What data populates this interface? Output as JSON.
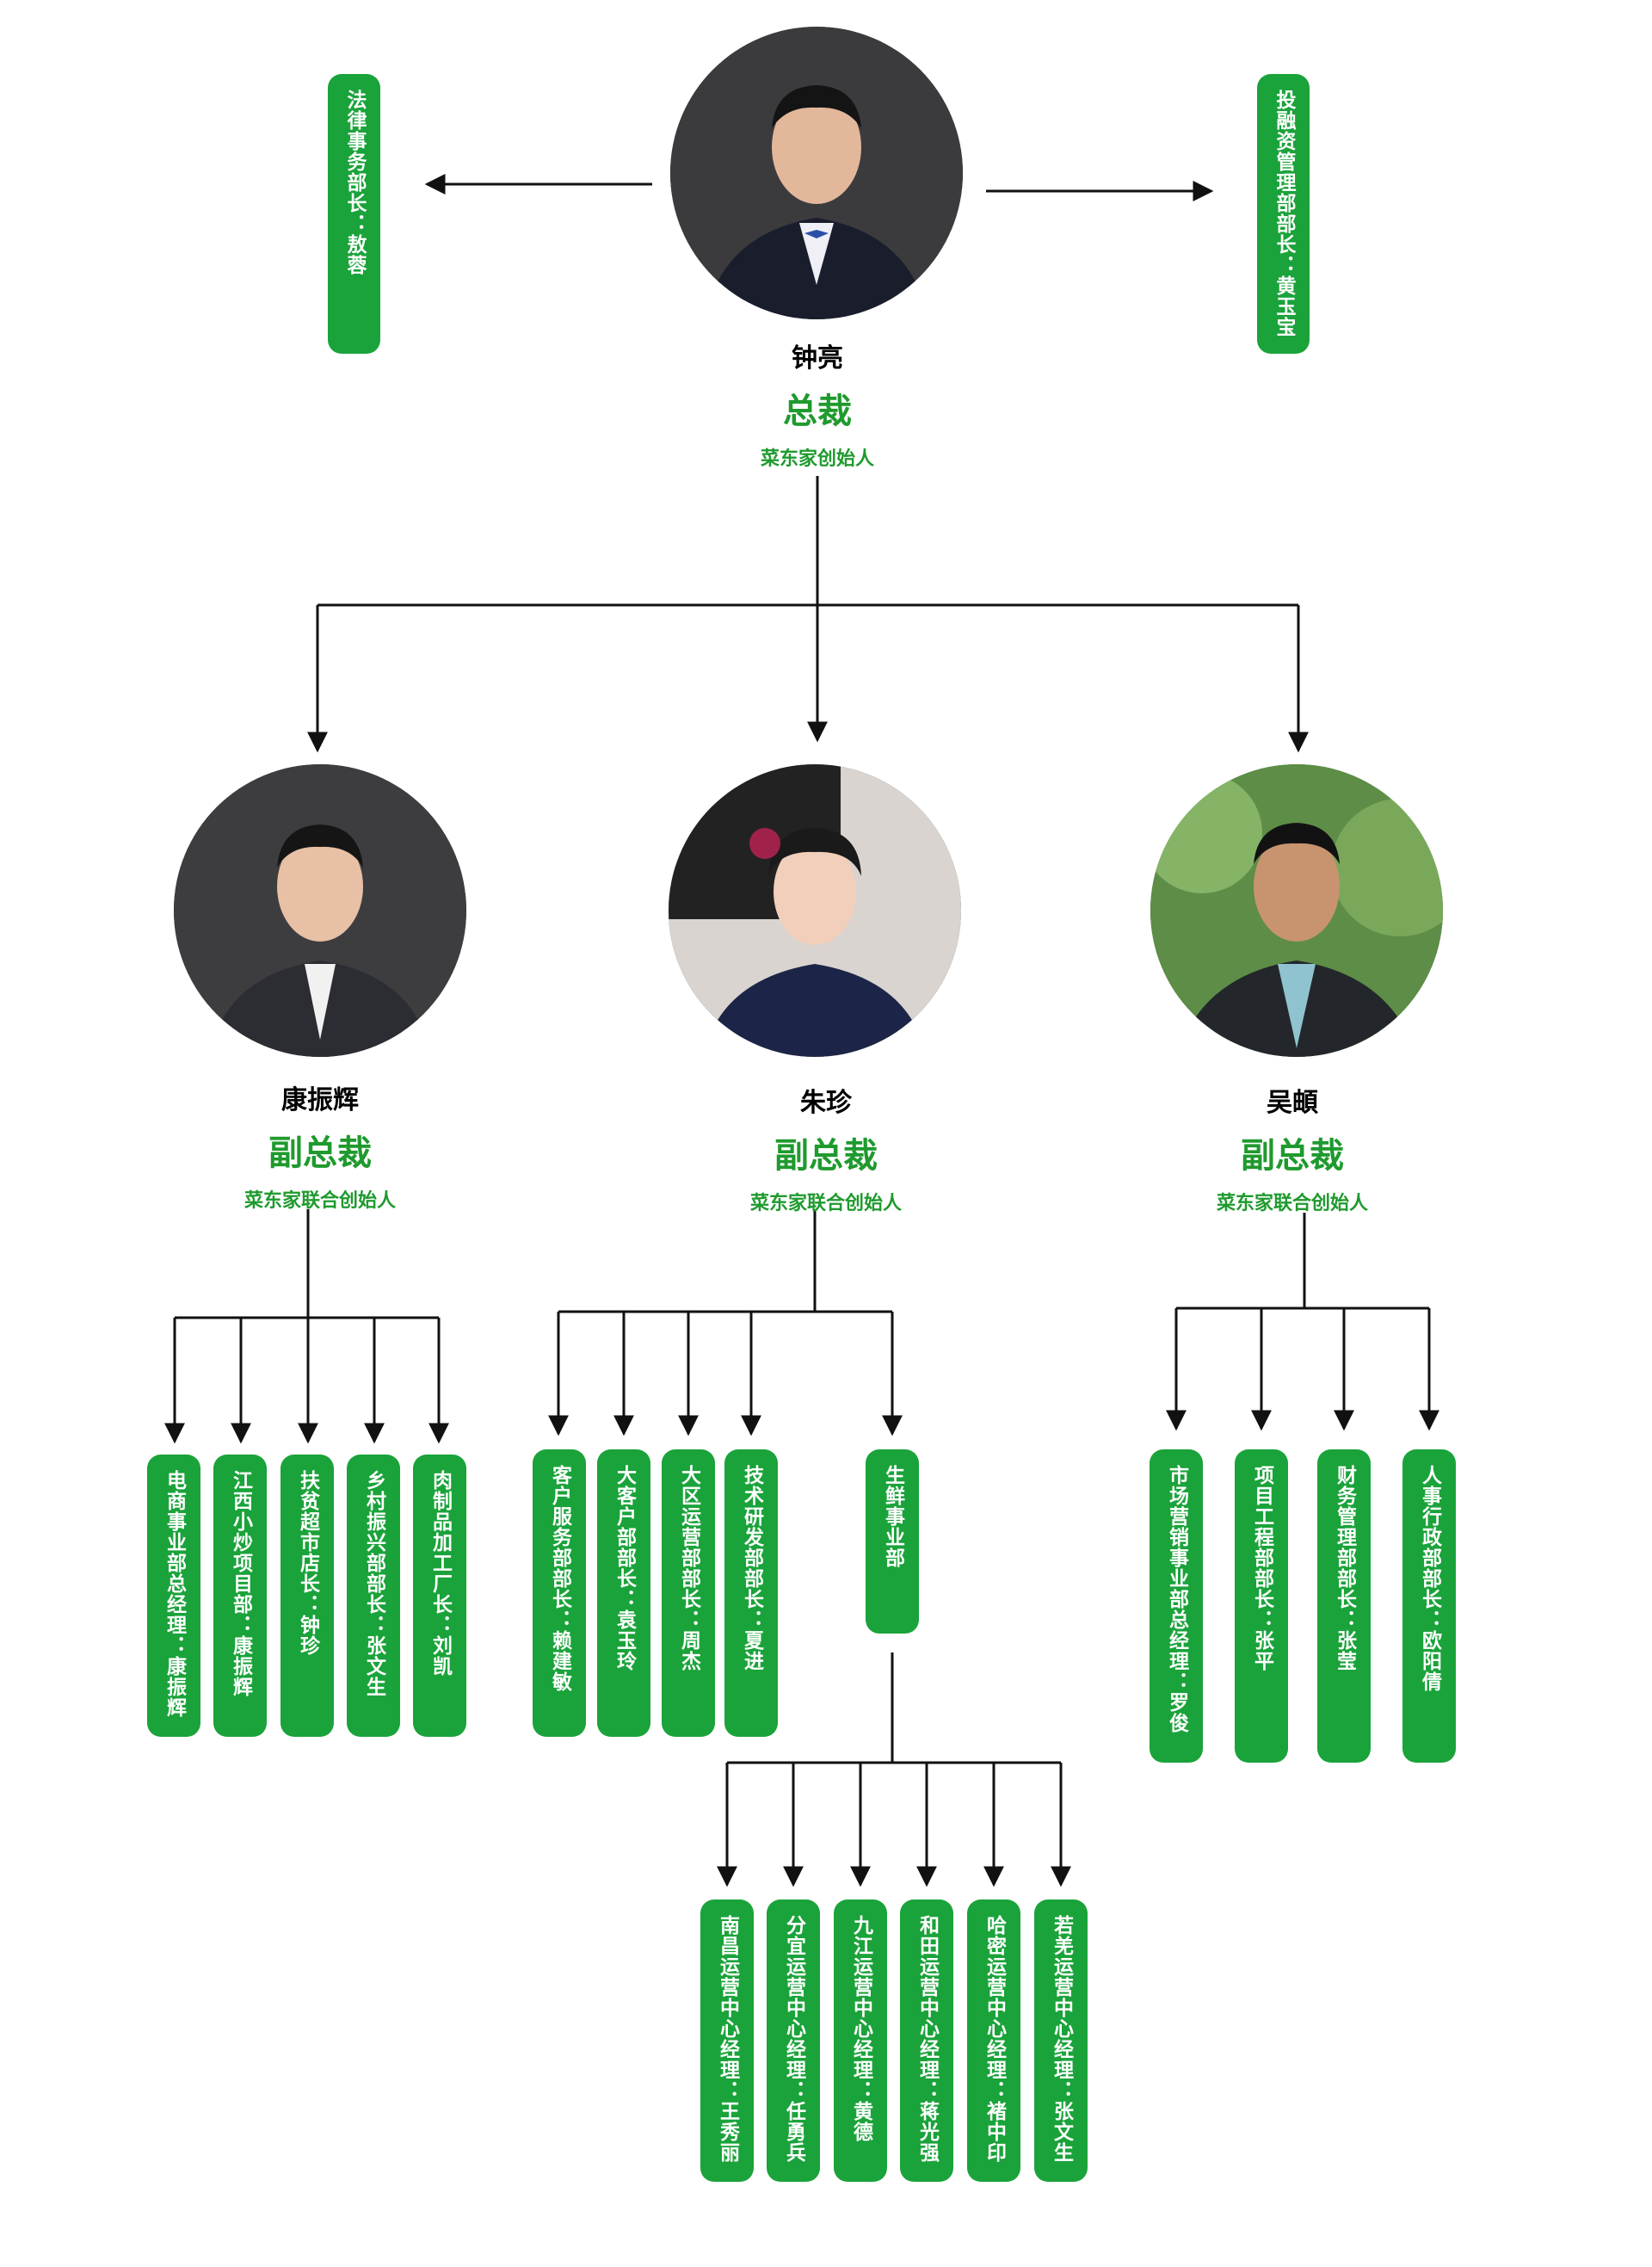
{
  "colors": {
    "green": "#1aa33a",
    "title_green": "#1f9a2e",
    "line": "#111111"
  },
  "ceo": {
    "name": "钟亮",
    "title": "总裁",
    "role": "菜东家创始人"
  },
  "side_left": "法律事务部长：敖蓉",
  "side_right": "投融资管理部部长：黄玉宝",
  "vps": [
    {
      "name": "康振辉",
      "title": "副总裁",
      "role": "菜东家联合创始人",
      "depts": [
        "电商事业部总经理：康振辉",
        "江西小炒项目部：康振辉",
        "扶贫超市店长：钟珍",
        "乡村振兴部部长：张文生",
        "肉制品加工厂长：刘凯"
      ]
    },
    {
      "name": "朱珍",
      "title": "副总裁",
      "role": "菜东家联合创始人",
      "depts": [
        "客户服务部部长：赖建敏",
        "大客户部部长：袁玉玲",
        "大区运营部部长：周杰",
        "技术研发部部长：夏进",
        "生鲜事业部"
      ]
    },
    {
      "name": "吴頔",
      "title": "副总裁",
      "role": "菜东家联合创始人",
      "depts": [
        "市场营销事业部总经理：罗俊",
        "项目工程部部长：张平",
        "财务管理部部长：张莹",
        "人事行政部部长：欧阳倩"
      ]
    }
  ],
  "fresh_units": [
    "南昌运营中心经理：王秀丽",
    "分宜运营中心经理：任勇兵",
    "九江运营中心经理：黄德",
    "和田运营中心经理：蒋光强",
    "哈密运营中心经理：褚中印",
    "若羌运营中心经理：张文生"
  ]
}
